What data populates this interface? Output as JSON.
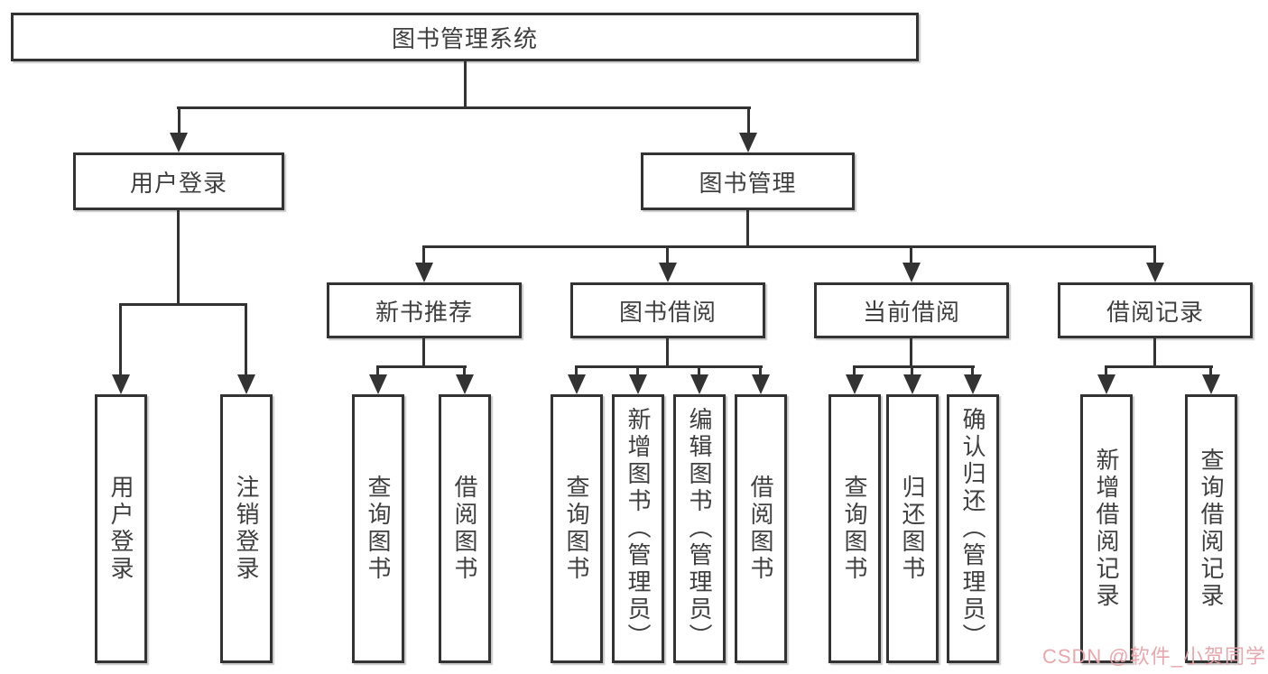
{
  "root": {
    "label": "图书管理系统"
  },
  "level2": {
    "user": "用户登录",
    "book": "图书管理"
  },
  "level3": {
    "new_book": "新书推荐",
    "borrow": "图书借阅",
    "current": "当前借阅",
    "record": "借阅记录"
  },
  "leaves": {
    "user": [
      "用户登录",
      "注销登录"
    ],
    "new_book": [
      "查询图书",
      "借阅图书"
    ],
    "borrow": [
      "查询图书",
      "新增图书（管理员）",
      "编辑图书（管理员）",
      "借阅图书"
    ],
    "current": [
      "查询图书",
      "归还图书",
      "确认归还（管理员）"
    ],
    "record": [
      "新增借阅记录",
      "查询借阅记录"
    ]
  },
  "watermark": "CSDN @软件_小贺同学",
  "colors": {
    "line": "#333333",
    "text": "#3f3f3f",
    "background": "#ffffff",
    "watermark": "#e8a3a8"
  }
}
